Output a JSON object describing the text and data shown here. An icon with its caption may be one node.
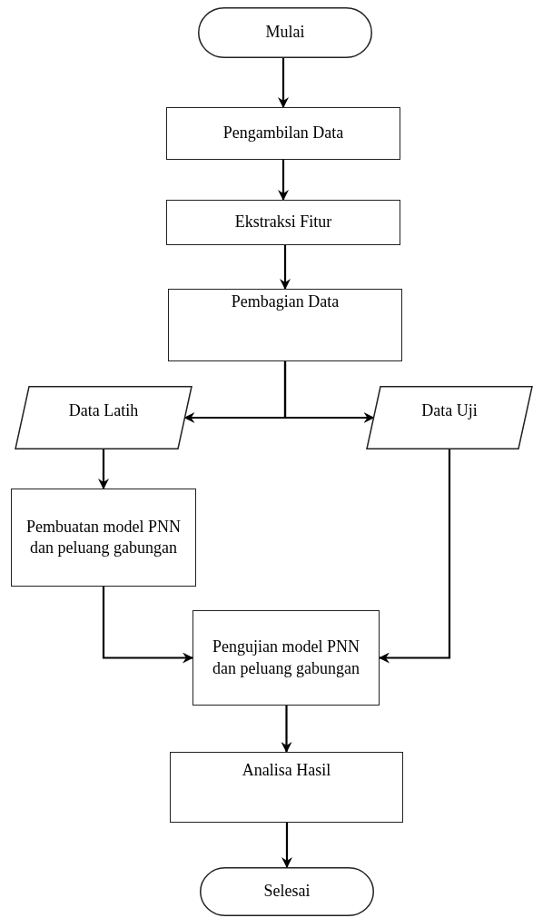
{
  "diagram": {
    "nodes": [
      {
        "text": [
          "Mulai"
        ]
      },
      {
        "text": [
          "Pengambilan Data"
        ]
      },
      {
        "text": [
          "Ekstraksi Fitur"
        ]
      },
      {
        "text": [
          "Pembagian Data"
        ]
      },
      {
        "text": [
          "Data Latih"
        ]
      },
      {
        "text": [
          "Data Uji"
        ]
      },
      {
        "text": [
          "Pembuatan model PNN dan peluang gabungan"
        ]
      },
      {
        "text": [
          "Pengujian model PNN dan peluang gabungan"
        ]
      },
      {
        "text": [
          "Analisa Hasil"
        ]
      },
      {
        "text": [
          "Selesai"
        ]
      }
    ],
    "edges": [
      {
        "from": 0,
        "to": 1,
        "arrow": "to"
      },
      {
        "from": 1,
        "to": 2,
        "arrow": "to"
      },
      {
        "from": 2,
        "to": 3,
        "arrow": "to"
      },
      {
        "from": 3,
        "to": 4,
        "arrow": "to"
      },
      {
        "from": 3,
        "to": 5,
        "arrow": "to"
      },
      {
        "from": 4,
        "to": 6,
        "arrow": "to"
      },
      {
        "from": 6,
        "to": 7,
        "arrow": "to"
      },
      {
        "from": 5,
        "to": 7,
        "arrow": "to"
      },
      {
        "from": 7,
        "to": 8,
        "arrow": "to"
      },
      {
        "from": 8,
        "to": 9,
        "arrow": "to"
      }
    ]
  }
}
